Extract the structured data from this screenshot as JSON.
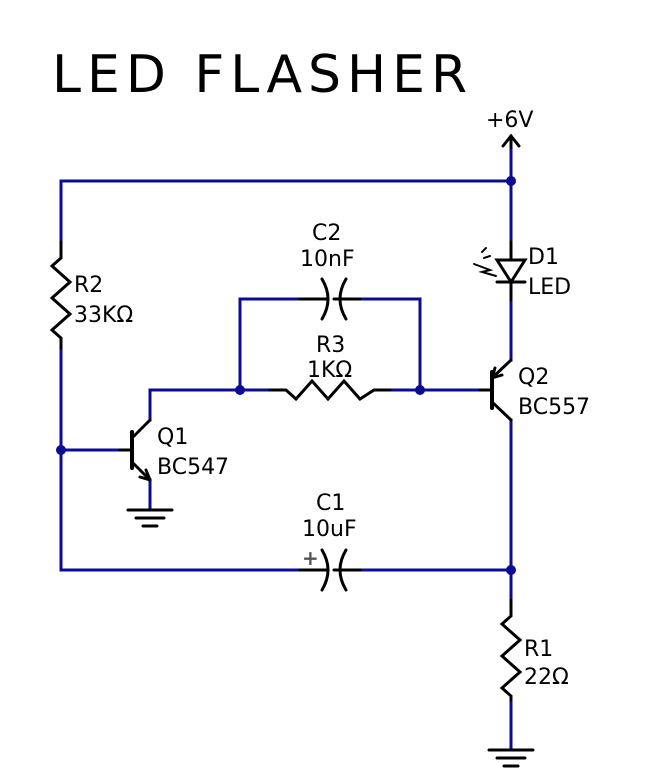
{
  "title": "LED FLASHER",
  "supply": {
    "label": "+6V"
  },
  "components": {
    "R1": {
      "ref": "R1",
      "value": "22Ω"
    },
    "R2": {
      "ref": "R2",
      "value": "33KΩ"
    },
    "R3": {
      "ref": "R3",
      "value": "1KΩ"
    },
    "C1": {
      "ref": "C1",
      "value": "10uF",
      "polarity": "+"
    },
    "C2": {
      "ref": "C2",
      "value": "10nF"
    },
    "D1": {
      "ref": "D1",
      "value": "LED"
    },
    "Q1": {
      "ref": "Q1",
      "value": "BC547"
    },
    "Q2": {
      "ref": "Q2",
      "value": "BC557"
    }
  },
  "colors": {
    "wire": "#0b0b93",
    "component": "#000000",
    "background": "#ffffff"
  }
}
